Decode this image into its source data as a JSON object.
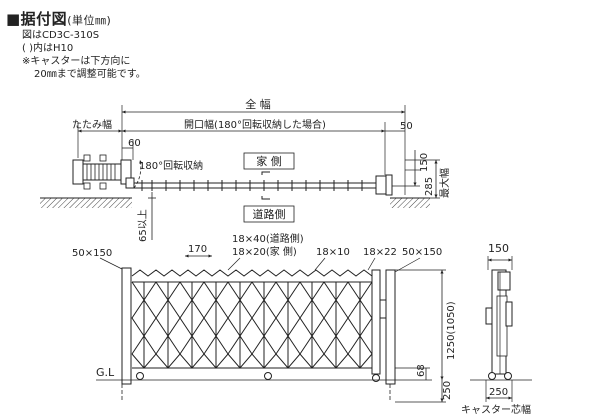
{
  "header": {
    "title": "■据付図",
    "unit": "(単位㎜)"
  },
  "notes": [
    "図はCD3C-310S",
    "(  )内はH10",
    "※キャスターは下方向に",
    "20㎜まで調整可能です。"
  ],
  "plan": {
    "zen_haba": "全 幅",
    "tatami_haba": "たたみ幅",
    "kaiko_haba": "開口幅(180°回転収納した場合)",
    "dim_50": "50",
    "dim_60": "60",
    "rotation": "180°回転収納",
    "ie_gawa": "家 側",
    "doro_gawa": "道路側",
    "dim_150": "150",
    "dim_285": "285",
    "saidai_haba": "最大幅",
    "min_65": "65以上"
  },
  "elevation": {
    "post_left": "50×150",
    "dim_170": "170",
    "pipe_road": "18×40(道路側)",
    "pipe_house": "18×20(家 側)",
    "pipe_inner": "18×10",
    "pipe_22": "18×22",
    "post_right": "50×150",
    "gl": "G.L",
    "height": "1250(1050)",
    "dim_68": "68",
    "dim_250": "250"
  },
  "side": {
    "dim_150": "150",
    "dim_250": "250",
    "caster_label": "キャスター芯幅"
  }
}
